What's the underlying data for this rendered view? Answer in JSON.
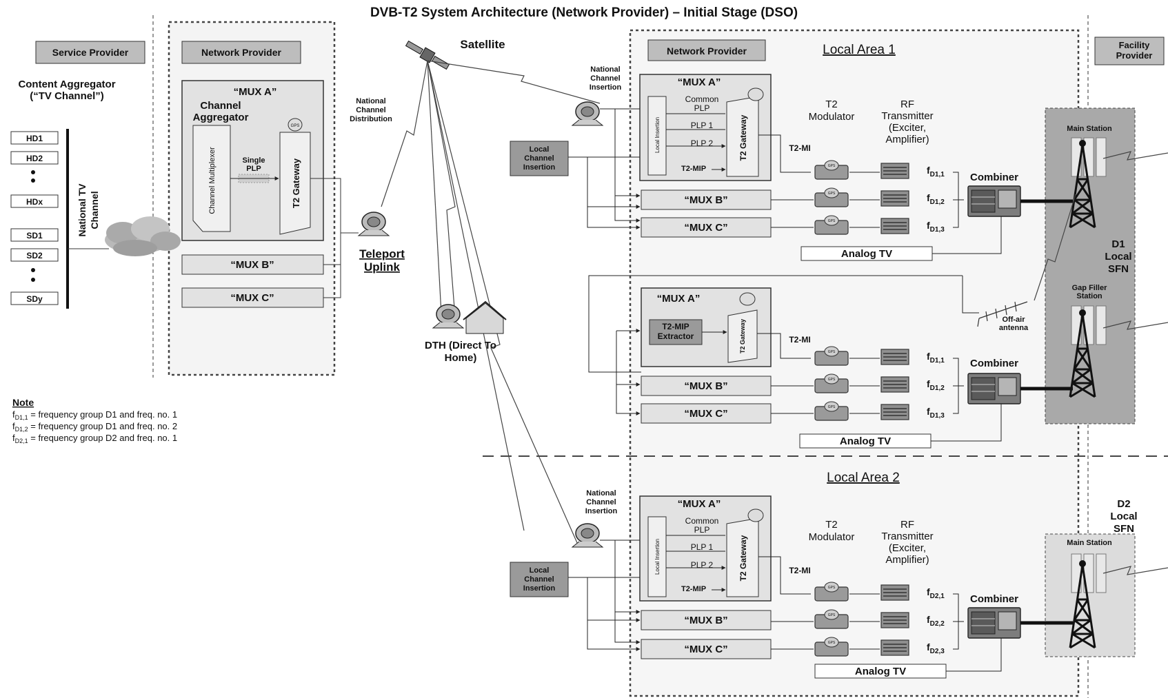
{
  "title": "DVB-T2 System Architecture (Network Provider) – Initial Stage (DSO)",
  "left": {
    "service_provider": "Service Provider",
    "network_provider": "Network Provider",
    "content_aggregator": [
      "Content Aggregator",
      "(“TV Channel”)"
    ],
    "hd": [
      "HD1",
      "HD2",
      "HDx"
    ],
    "sd": [
      "SD1",
      "SD2",
      "SDy"
    ],
    "national_tv_channel": [
      "National TV",
      "Channel"
    ],
    "mux_a": "“MUX A”",
    "channel_aggregator": [
      "Channel",
      "Aggregator"
    ],
    "channel_multiplexer": "Channel Multiplexer",
    "single_plp": [
      "Single",
      "PLP"
    ],
    "t2_gateway": "T2 Gateway",
    "mux_b": "“MUX B”",
    "mux_c": "“MUX C”",
    "national_channel_distribution": [
      "National",
      "Channel",
      "Distribution"
    ],
    "teleport_uplink": [
      "Teleport",
      "Uplink"
    ]
  },
  "satellite": "Satellite",
  "dth": [
    "DTH (Direct To",
    "Home)"
  ],
  "note": {
    "heading": "Note",
    "lines": [
      {
        "sub": "D1,1",
        "text": "= frequency group D1 and freq. no. 1"
      },
      {
        "sub": "D1,2",
        "text": "= frequency group D1 and freq. no. 2"
      },
      {
        "sub": "D2,1",
        "text": "= frequency group D2 and freq. no. 1"
      }
    ]
  },
  "common": {
    "network_provider": "Network Provider",
    "national_channel_insertion": [
      "National",
      "Channel",
      "Insertion"
    ],
    "local_channel_insertion": [
      "Local",
      "Channel",
      "Insertion"
    ],
    "mux_a": "“MUX A”",
    "mux_b": "“MUX B”",
    "mux_c": "“MUX C”",
    "common_plp": [
      "Common",
      "PLP"
    ],
    "plp1": "PLP 1",
    "plp2": "PLP 2",
    "t2_mip": "T2-MIP",
    "t2_mi": "T2-MI",
    "local_insertion": "Local Insertion",
    "t2_gateway": "T2 Gateway",
    "t2_modulator": [
      "T2",
      "Modulator"
    ],
    "rf_transmitter": [
      "RF",
      "Transmitter",
      "(Exciter,",
      "Amplifier)"
    ],
    "combiner": "Combiner",
    "analog_tv": "Analog TV",
    "t2_mip_extractor": [
      "T2-MIP",
      "Extractor"
    ],
    "off_air_antenna": [
      "Off-air",
      "antenna"
    ],
    "gps": "GPS"
  },
  "local_area_1": "Local Area 1",
  "local_area_2": "Local Area 2",
  "freqs_1": [
    "D1,1",
    "D1,2",
    "D1,3"
  ],
  "freqs_2": [
    "D2,1",
    "D2,2",
    "D2,3"
  ],
  "facility_provider": [
    "Facility",
    "Provider"
  ],
  "main_station": "Main Station",
  "gap_filler_station": [
    "Gap Filler",
    "Station"
  ],
  "d1_local_sfn": [
    "D1",
    "Local",
    "SFN"
  ],
  "d2_local_sfn": [
    "D2",
    "Local",
    "SFN"
  ]
}
